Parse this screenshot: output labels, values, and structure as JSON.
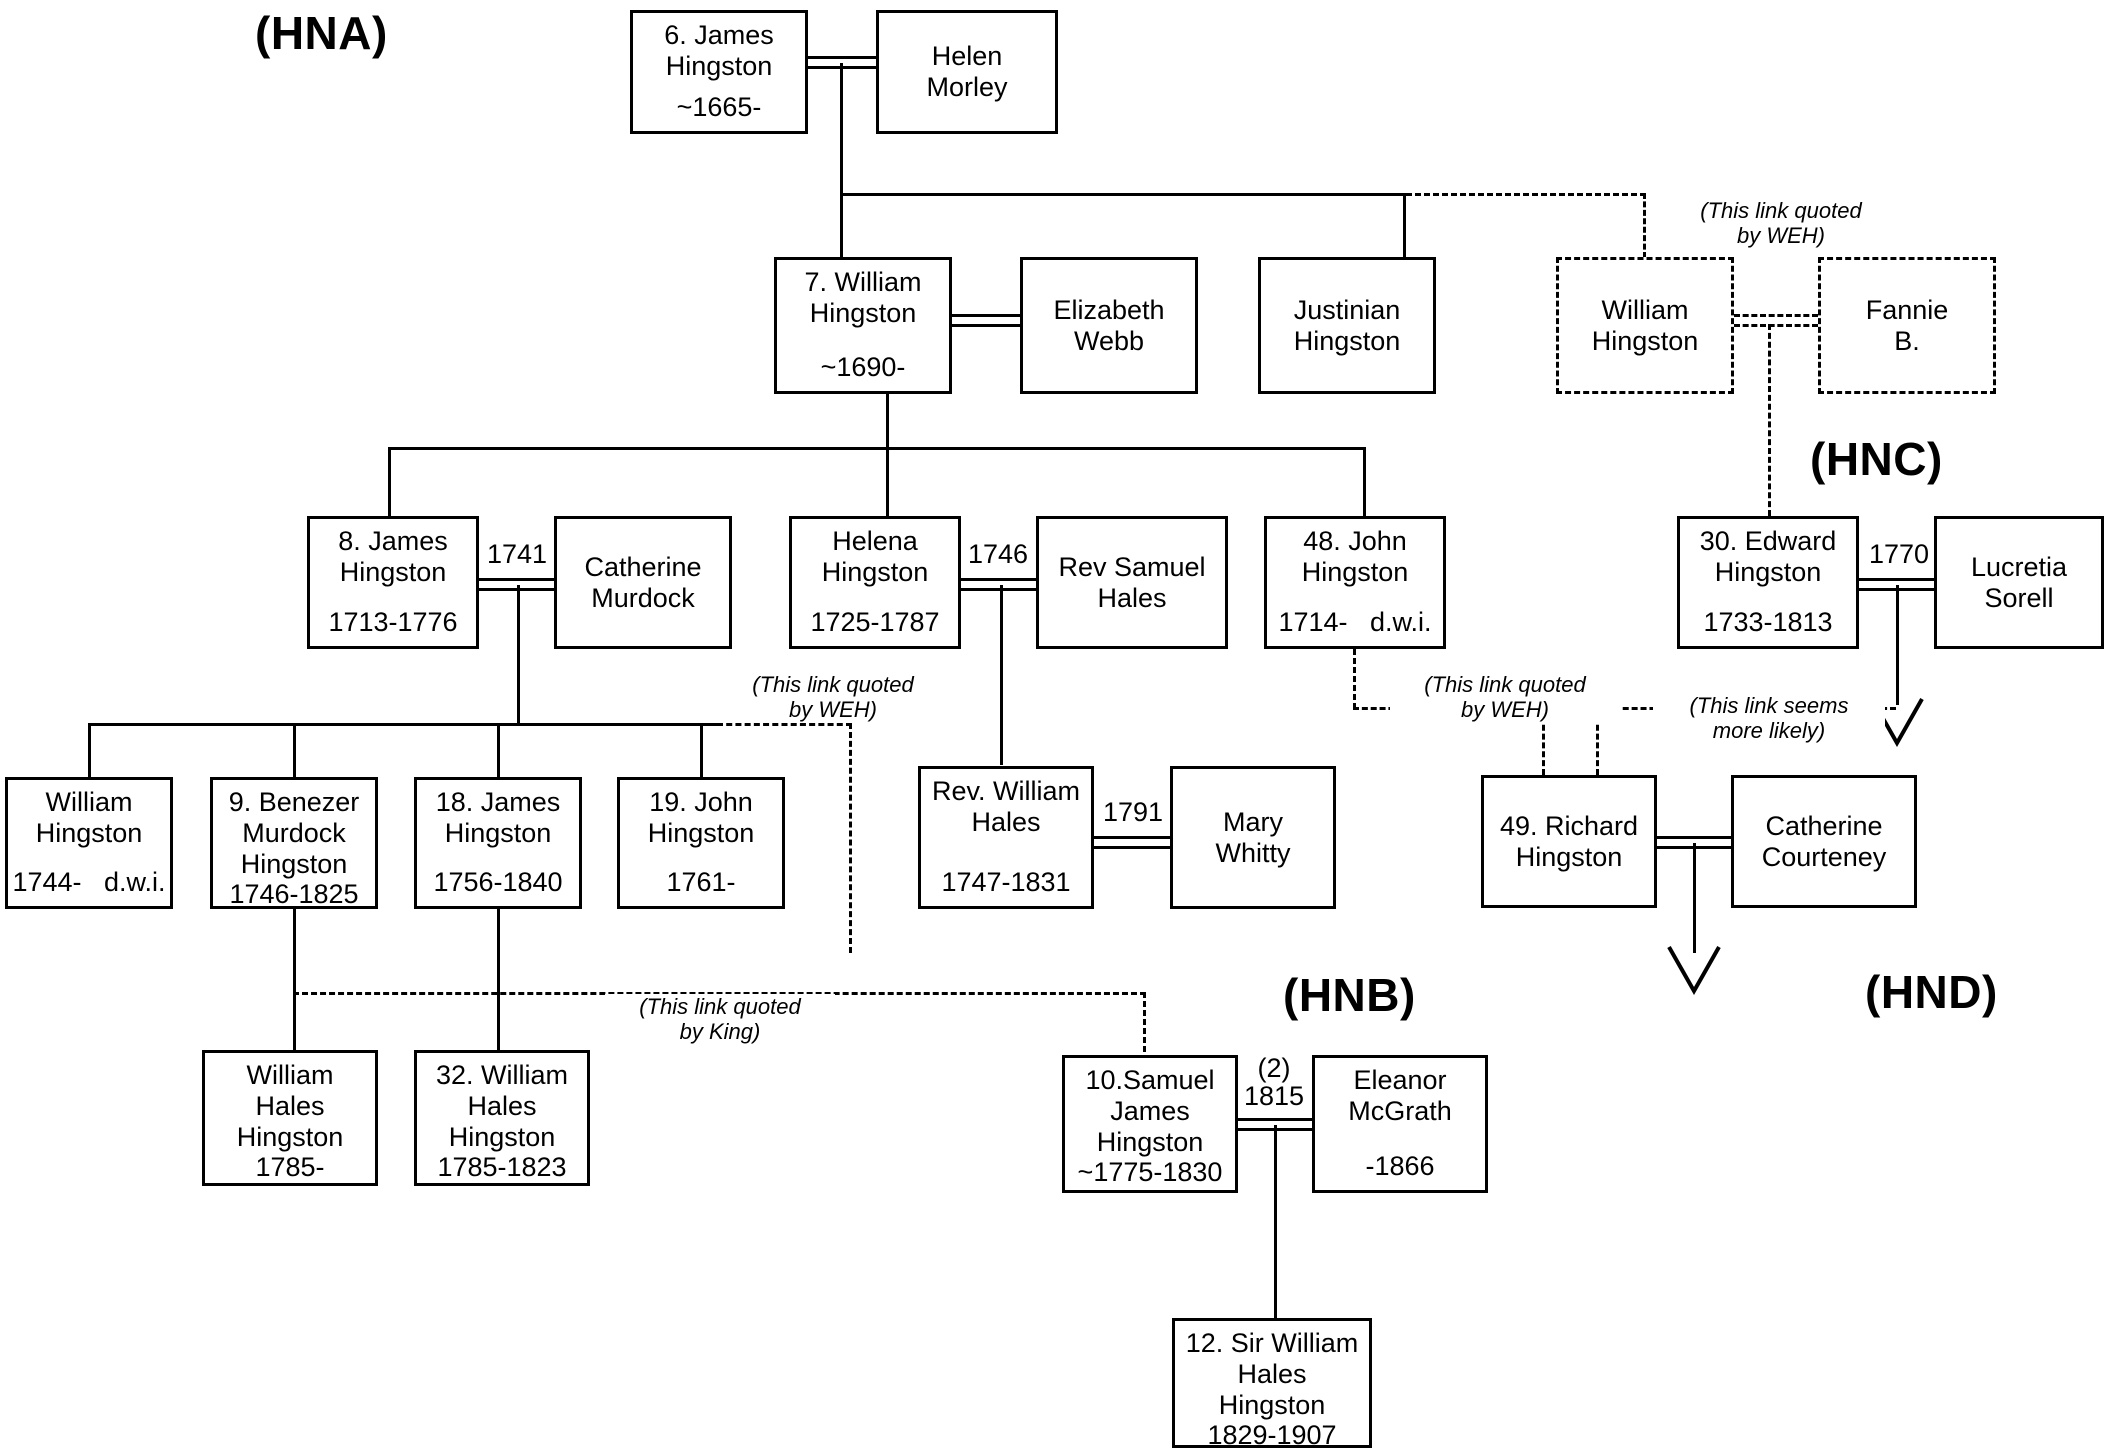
{
  "title": "Hingston Family Genealogy Chart",
  "sections": [
    {
      "id": "hna",
      "label": "(HNA)"
    },
    {
      "id": "hnb",
      "label": "(HNB)"
    },
    {
      "id": "hnc",
      "label": "(HNC)"
    },
    {
      "id": "hnd",
      "label": "(HND)"
    }
  ],
  "people": {
    "james6": {
      "name": "6. James\nHingston",
      "dates": "~1665-"
    },
    "helen_morley": {
      "name": "Helen\nMorley",
      "dates": ""
    },
    "william7": {
      "name": "7. William\nHingston",
      "dates": "~1690-"
    },
    "elizabeth_webb": {
      "name": "Elizabeth\nWebb",
      "dates": ""
    },
    "justinian": {
      "name": "Justinian\nHingston",
      "dates": ""
    },
    "william_dashed": {
      "name": "William\nHingston",
      "dates": ""
    },
    "fannie_b": {
      "name": "Fannie\nB.",
      "dates": ""
    },
    "james8": {
      "name": "8. James\nHingston",
      "dates": "1713-1776"
    },
    "catherine_murdock": {
      "name": "Catherine\nMurdock",
      "dates": ""
    },
    "helena": {
      "name": "Helena\nHingston",
      "dates": "1725-1787"
    },
    "rev_samuel": {
      "name": "Rev Samuel\nHales",
      "dates": ""
    },
    "john48": {
      "name": "48. John\nHingston",
      "dates": "1714-   d.w.i."
    },
    "edward30": {
      "name": "30. Edward\nHingston",
      "dates": "1733-1813"
    },
    "lucretia": {
      "name": "Lucretia\nSorell",
      "dates": ""
    },
    "william_h": {
      "name": "William\nHingston",
      "dates": "1744-   d.w.i."
    },
    "benezer9": {
      "name": "9. Benezer\nMurdock\nHingston",
      "dates": "1746-1825"
    },
    "james18": {
      "name": "18. James\nHingston",
      "dates": "1756-1840"
    },
    "john19": {
      "name": "19. John\nHingston",
      "dates": "1761-"
    },
    "rev_william": {
      "name": "Rev. William\nHales",
      "dates": "1747-1831"
    },
    "mary_whitty": {
      "name": "Mary\nWhitty",
      "dates": ""
    },
    "richard49": {
      "name": "49. Richard\nHingston",
      "dates": ""
    },
    "catherine_courteney": {
      "name": "Catherine\nCourteney",
      "dates": ""
    },
    "william_hales_hingston": {
      "name": "William\nHales\nHingston",
      "dates": "1785-"
    },
    "william32": {
      "name": "32. William\nHales\nHingston",
      "dates": "1785-1823"
    },
    "samuel10": {
      "name": "10.Samuel\nJames\nHingston",
      "dates": "~1775-1830"
    },
    "eleanor": {
      "name": "Eleanor\nMcGrath",
      "dates": "-1866"
    },
    "sirwilliam12": {
      "name": "12. Sir William\nHales\nHingston",
      "dates": "1829-1907"
    }
  },
  "marriages": {
    "james8_catherine": "1741",
    "helena_samuel": "1746",
    "edward_lucretia": "1770",
    "revwilliam_mary": "1791",
    "samuel_eleanor": "(2)\n1815"
  },
  "notes": {
    "weh_top": "(This link quoted\nby WEH)",
    "weh_mid_left": "(This link quoted\nby WEH)",
    "weh_mid_right": "(This link quoted\nby WEH)",
    "more_likely": "(This link seems\nmore likely)",
    "king": "(This link quoted\nby King)"
  }
}
